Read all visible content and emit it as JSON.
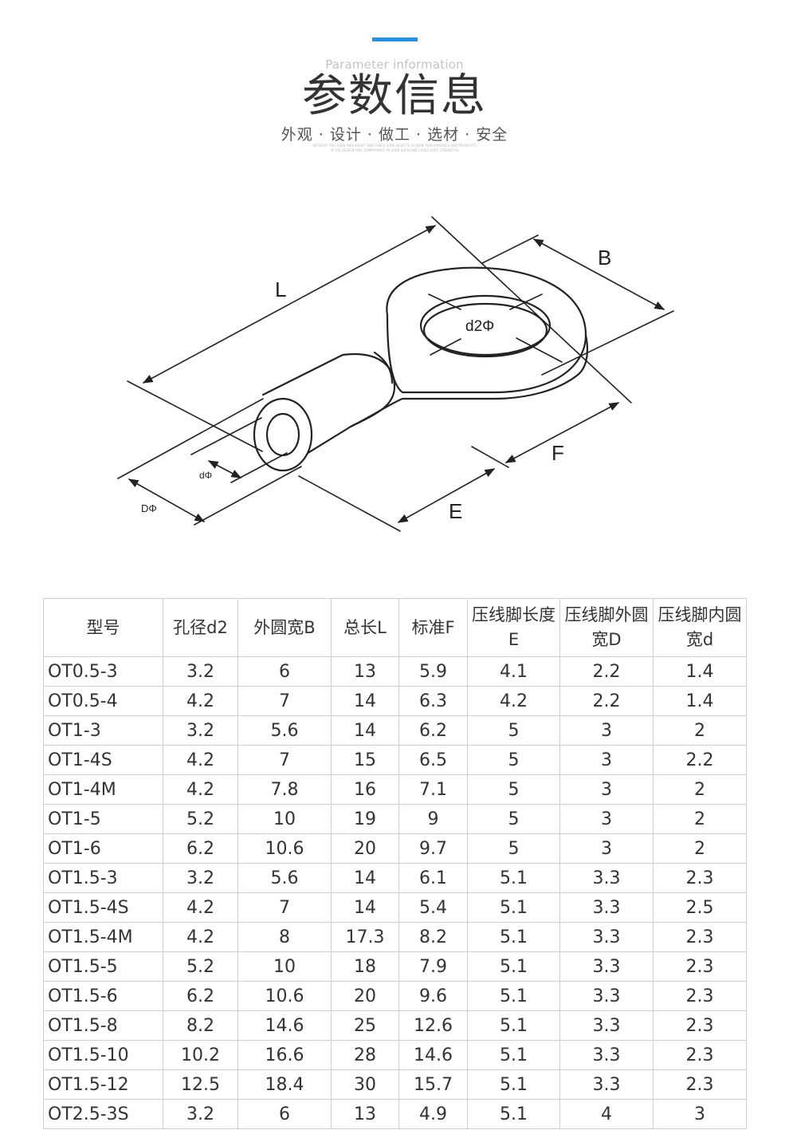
{
  "header": {
    "subtitle_en": "Parameter information",
    "title": "参数信息",
    "tagline": "外观 · 设计 · 做工 · 选材 · 安全",
    "small_text_1": "WITHOUT YOU SHEN AND ASSIST AND CASES SURE SELECTS SCHEME PERFORMANCE AND PRODUCTS",
    "small_text_2": "IN THE DESIGN AND COMMITMENT IN SURE SHEN AND CASES SURE STRENGTHS"
  },
  "diagram": {
    "label_L": "L",
    "label_B": "B",
    "label_d2": "d2Φ",
    "label_d": "dΦ",
    "label_D": "DΦ",
    "label_E": "E",
    "label_F": "F"
  },
  "table": {
    "headers": [
      "型号",
      "孔径d2",
      "外圆宽B",
      "总长L",
      "标准F",
      "压线脚长度E",
      "压线脚外圆宽D",
      "压线脚内圆宽d"
    ],
    "rows": [
      [
        "OT0.5-3",
        "3.2",
        "6",
        "13",
        "5.9",
        "4.1",
        "2.2",
        "1.4"
      ],
      [
        "OT0.5-4",
        "4.2",
        "7",
        "14",
        "6.3",
        "4.2",
        "2.2",
        "1.4"
      ],
      [
        "OT1-3",
        "3.2",
        "5.6",
        "14",
        "6.2",
        "5",
        "3",
        "2"
      ],
      [
        "OT1-4S",
        "4.2",
        "7",
        "15",
        "6.5",
        "5",
        "3",
        "2.2"
      ],
      [
        "OT1-4M",
        "4.2",
        "7.8",
        "16",
        "7.1",
        "5",
        "3",
        "2"
      ],
      [
        "OT1-5",
        "5.2",
        "10",
        "19",
        "9",
        "5",
        "3",
        "2"
      ],
      [
        "OT1-6",
        "6.2",
        "10.6",
        "20",
        "9.7",
        "5",
        "3",
        "2"
      ],
      [
        "OT1.5-3",
        "3.2",
        "5.6",
        "14",
        "6.1",
        "5.1",
        "3.3",
        "2.3"
      ],
      [
        "OT1.5-4S",
        "4.2",
        "7",
        "14",
        "5.4",
        "5.1",
        "3.3",
        "2.5"
      ],
      [
        "OT1.5-4M",
        "4.2",
        "8",
        "17.3",
        "8.2",
        "5.1",
        "3.3",
        "2.3"
      ],
      [
        "OT1.5-5",
        "5.2",
        "10",
        "18",
        "7.9",
        "5.1",
        "3.3",
        "2.3"
      ],
      [
        "OT1.5-6",
        "6.2",
        "10.6",
        "20",
        "9.6",
        "5.1",
        "3.3",
        "2.3"
      ],
      [
        "OT1.5-8",
        "8.2",
        "14.6",
        "25",
        "12.6",
        "5.1",
        "3.3",
        "2.3"
      ],
      [
        "OT1.5-10",
        "10.2",
        "16.6",
        "28",
        "14.6",
        "5.1",
        "3.3",
        "2.3"
      ],
      [
        "OT1.5-12",
        "12.5",
        "18.4",
        "30",
        "15.7",
        "5.1",
        "3.3",
        "2.3"
      ],
      [
        "OT2.5-3S",
        "3.2",
        "6",
        "13",
        "4.9",
        "5.1",
        "4",
        "3"
      ]
    ]
  }
}
